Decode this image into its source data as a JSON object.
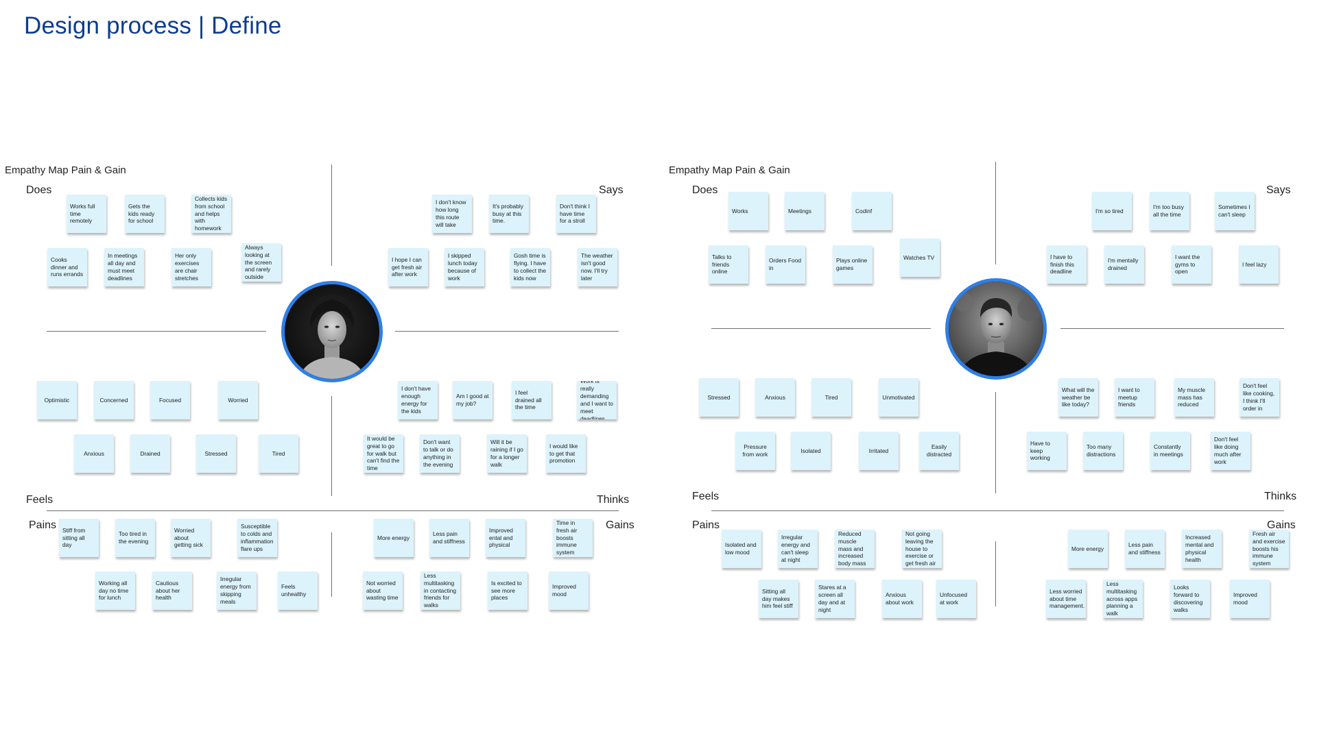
{
  "header": {
    "title": "Design process | Define"
  },
  "maps": [
    {
      "title": "Empathy Map Pain & Gain",
      "labels": {
        "does": "Does",
        "says": "Says",
        "feels": "Feels",
        "thinks": "Thinks",
        "pains": "Pains",
        "gains": "Gains"
      },
      "does": [
        "Works full time remotely",
        "Gets the kids ready for school",
        "Collects kids from school and helps with homework",
        "Cooks dinner and runs errands",
        "In meetings all day and must meet deadlines",
        "Her only exercises are chair stretches",
        "Always looking at the screen and rarely outside"
      ],
      "says": [
        "I don't know how long this route will take",
        "It's probably busy at this time.",
        "Don't think I have time for a stroll",
        "I hope I can get fresh air after work",
        "I skipped lunch today because of work",
        "Gosh time is flying. I have to collect the kids now",
        "The weather isn't good now. I'll try later"
      ],
      "feels": [
        "Optimistic",
        "Concerned",
        "Focused",
        "Worried",
        "Anxious",
        "Drained",
        "Stressed",
        "Tired"
      ],
      "thinks": [
        "I don't have enough energy for the kids",
        "Am I good at my job?",
        "I feel drained all the time",
        "Work is really demanding and I want to meet deadlines",
        "It would be great to go for walk but can't find the time",
        "Don't want to talk or do anything in the evening",
        "Will it be raining if I go for a longer walk",
        "I would like to get that promotion"
      ],
      "pains": [
        "Stiff from sitting all day",
        "Too tired in the evening",
        "Worried about getting sick",
        "Susceptible to colds and inflammation flare ups",
        "Working all day no time for lunch",
        "Cautious about her health",
        "Irregular energy from skipping meals",
        "Feels unhealthy"
      ],
      "gains": [
        "More energy",
        "Less pain and stiffness",
        "Improved ental and physical",
        "Time in fresh air boosts immune system",
        "Not worried about wasting time",
        "Less multitasking in contacting friends for walks",
        "Is excited to see more places",
        "Improved mood"
      ]
    },
    {
      "title": "Empathy Map Pain & Gain",
      "labels": {
        "does": "Does",
        "says": "Says",
        "feels": "Feels",
        "thinks": "Thinks",
        "pains": "Pains",
        "gains": "Gains"
      },
      "does": [
        "Works",
        "Meetings",
        "Codinf",
        "Talks to friends online",
        "Orders Food in",
        "Plays online games",
        "Watches TV"
      ],
      "says": [
        "I'm so tired",
        "I'm too busy all the time",
        "Sometimes I can't sleep",
        "I have to finish this deadline",
        "I'm mentally drained",
        "I want the gyms to open",
        "I feel lazy"
      ],
      "feels": [
        "Stressed",
        "Anxious",
        "Tired",
        "Unmotivated",
        "Pressure from work",
        "Isolated",
        "Irritated",
        "Easily distracted"
      ],
      "thinks": [
        "What will the weather be like today?",
        "I want to meetup friends",
        "My muscle mass has reduced",
        "Don't feel like cooking, I think I'll order in",
        "Have to keep working",
        "Too many distractions",
        "Constantly in meetings",
        "Don't feel like doing much after work"
      ],
      "pains": [
        "Isolated and low mood",
        "Irregular energy and can't sleep at night",
        "Reduced muscle mass and increased body mass",
        "Not going leaving the house to exercise or get fresh air",
        "Sitting all day makes him feel stiff",
        "Stares at a screen all day and at night",
        "Anxious about work",
        "Unfocused at work"
      ],
      "gains": [
        "More energy",
        "Less pain and stiffness",
        "Increased mental and physical health",
        "Fresh air and exercise boosts his immune system",
        "Less worried about time management.",
        "Less multitasking across apps planning a walk",
        "Looks forward to discovering walks",
        "Improved mood"
      ]
    }
  ],
  "colors": {
    "note": "#dcf3fb",
    "title": "#0b3d91",
    "avatar_ring": "#2f7fe6",
    "divider": "#6f6f6f"
  },
  "icons": {
    "persona_female": "woman-portrait-icon",
    "persona_male": "man-portrait-icon"
  }
}
